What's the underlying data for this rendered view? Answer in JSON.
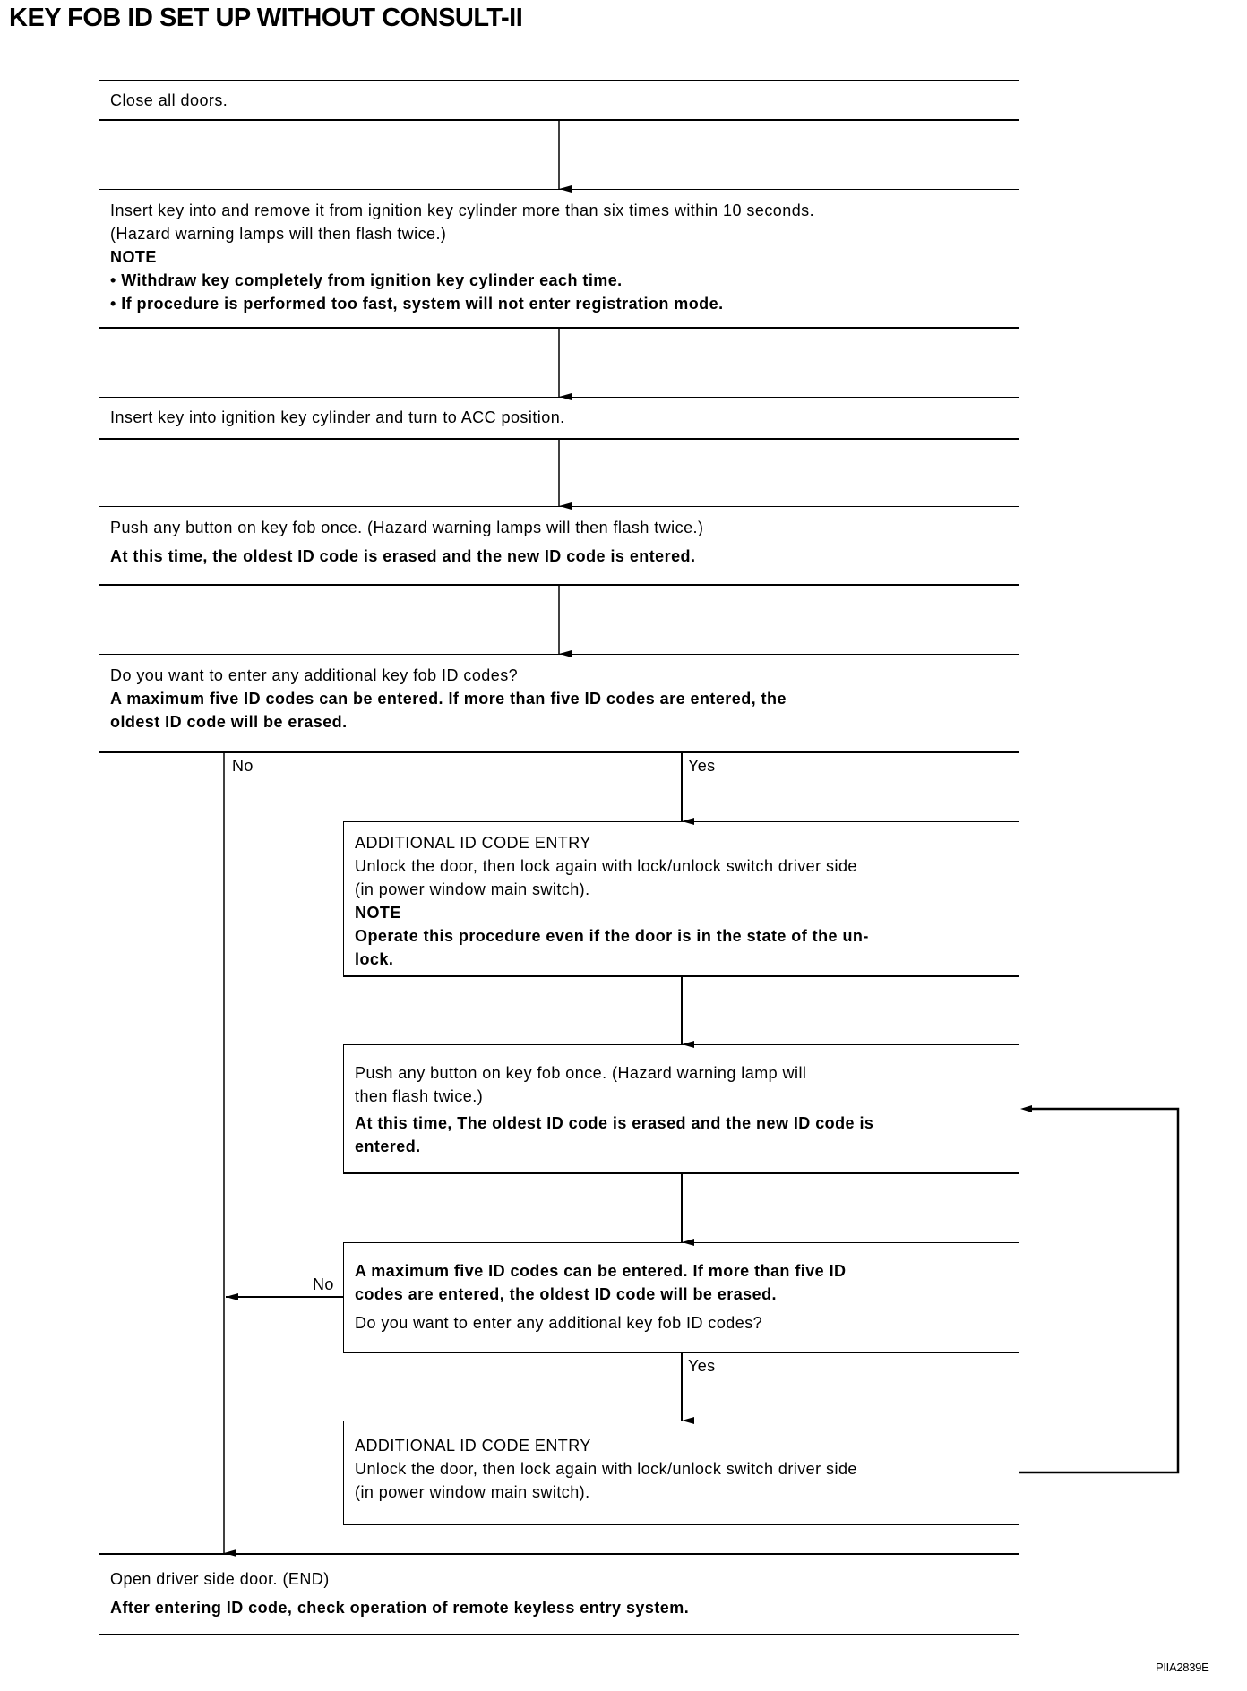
{
  "title": "KEY FOB ID SET UP WITHOUT CONSULT-II",
  "steps": [
    {
      "lines": [
        "Close all doors."
      ]
    },
    {
      "lines": [
        "Insert key into and remove it from ignition key cylinder more than six times within 10 seconds.",
        "(Hazard warning lamps will then flash twice.)"
      ],
      "note": "NOTE",
      "bold": [
        "• Withdraw key completely from ignition key cylinder each time.",
        "• If procedure is performed too fast, system will not enter registration mode."
      ]
    },
    {
      "lines": [
        "Insert key into ignition key cylinder and turn to ACC position."
      ]
    },
    {
      "lines": [
        "Push any button on key fob once. (Hazard warning lamps will then flash twice.)"
      ],
      "bold": [
        "At this time, the oldest ID code is erased and the new ID code is entered."
      ]
    },
    {
      "lines": [
        "Do you want to enter any additional key fob ID codes?"
      ],
      "bold": [
        "A  maximum five ID codes can be entered. If more than five ID codes are entered, the",
        "oldest ID code will be erased."
      ]
    },
    {
      "lines": [
        "ADDITIONAL ID CODE ENTRY",
        "Unlock the door, then lock again with lock/unlock switch driver side",
        "(in power window main switch)."
      ],
      "note": "NOTE",
      "bold": [
        "Operate this procedure even if the door is in the state of the un-",
        "lock."
      ]
    },
    {
      "lines": [
        "Push any button on key fob once. (Hazard warning lamp will",
        "then flash twice.)"
      ],
      "bold": [
        "At this time, The oldest ID code is erased and the new ID code is",
        "entered."
      ]
    },
    {
      "bold": [
        "A  maximum five ID codes can be entered. If more than five ID",
        "codes are entered, the oldest ID code will be erased."
      ],
      "lines": [
        "Do you want to enter any additional key fob ID codes?"
      ]
    },
    {
      "lines": [
        "ADDITIONAL ID CODE ENTRY",
        "Unlock the door, then lock again with lock/unlock switch driver side",
        "(in power window main switch)."
      ]
    },
    {
      "lines": [
        "Open driver side door. (END)"
      ],
      "bold": [
        "After entering ID code, check operation of remote keyless entry system."
      ]
    }
  ],
  "labels": {
    "no": "No",
    "yes": "Yes"
  },
  "figure_code": "PIIA2839E"
}
